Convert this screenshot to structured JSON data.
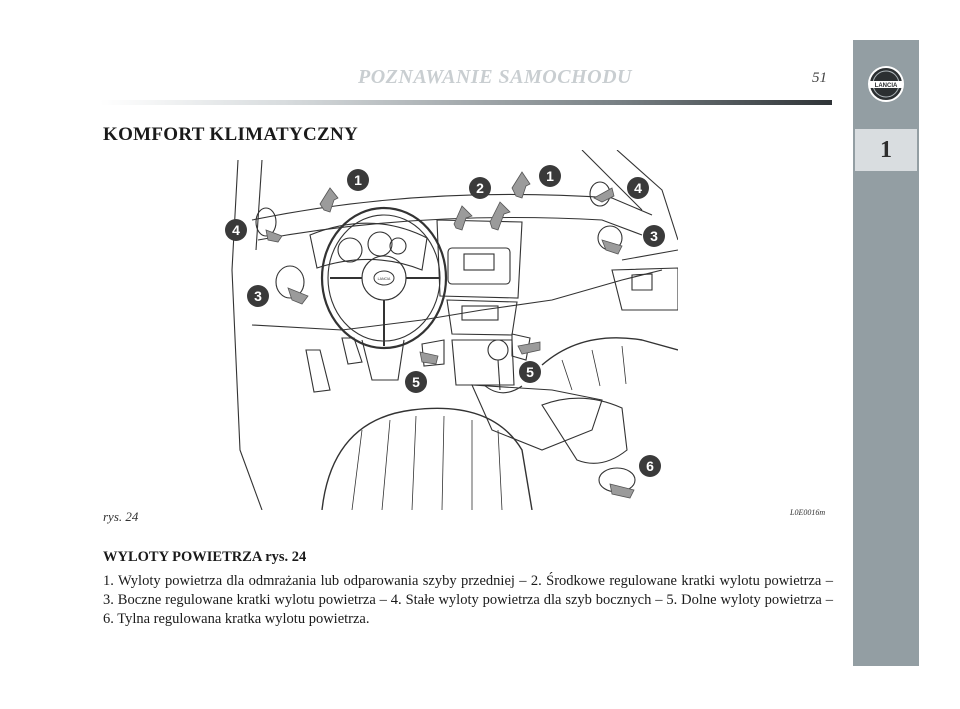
{
  "header": {
    "title": "POZNAWANIE SAMOCHODU",
    "page_number": "51"
  },
  "sidebar": {
    "chapter": "1",
    "logo_text": "LANCIA"
  },
  "section": {
    "title": "KOMFORT KLIMATYCZNY"
  },
  "figure": {
    "caption": "rys. 24",
    "code": "L0E0016m",
    "callouts": [
      "1",
      "2",
      "1",
      "4",
      "4",
      "3",
      "3",
      "5",
      "5",
      "6"
    ],
    "badge_text": "LANCIA"
  },
  "content": {
    "subheading": "WYLOTY POWIETRZA rys. 24",
    "paragraph": "1. Wyloty powietrza dla odmrażania lub odparowania szyby przedniej – 2. Środkowe regulowane kratki wylotu powietrza – 3. Boczne regulowane kratki wylotu powietrza – 4. Stałe wyloty powietrza dla szyb bocznych – 5. Dolne wyloty powietrza – 6. Tylna regulowana kratka wylotu powietrza."
  }
}
